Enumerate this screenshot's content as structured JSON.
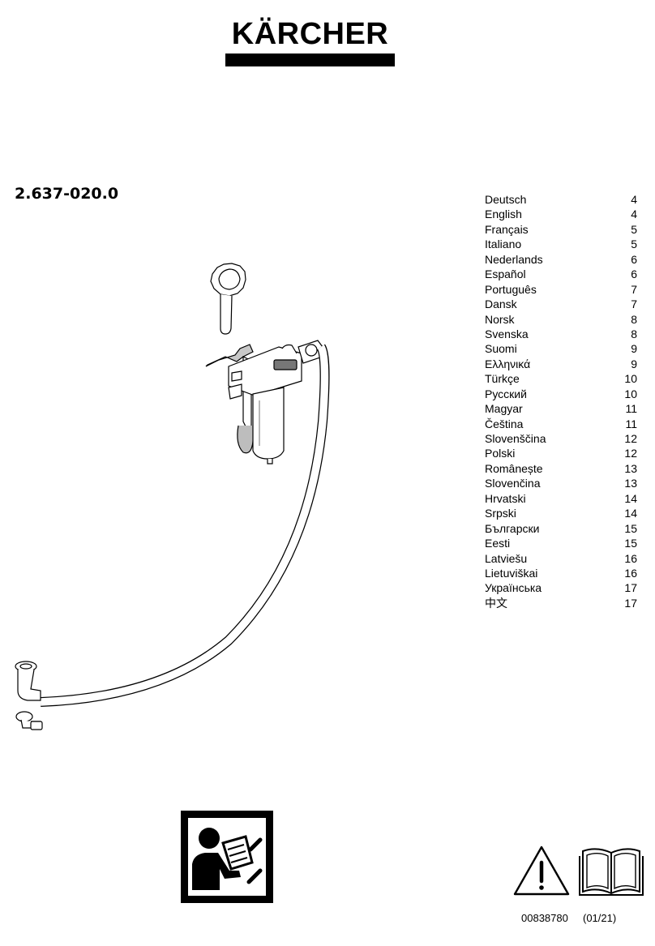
{
  "brand": {
    "logo_text": "KÄRCHER"
  },
  "part_number": "2.637-020.0",
  "toc": [
    {
      "language": "Deutsch",
      "page": "4"
    },
    {
      "language": "English",
      "page": "4"
    },
    {
      "language": "Français",
      "page": "5"
    },
    {
      "language": "Italiano",
      "page": "5"
    },
    {
      "language": "Nederlands",
      "page": "6"
    },
    {
      "language": "Español",
      "page": "6"
    },
    {
      "language": "Português",
      "page": "7"
    },
    {
      "language": "Dansk",
      "page": "7"
    },
    {
      "language": "Norsk",
      "page": "8"
    },
    {
      "language": "Svenska",
      "page": "8"
    },
    {
      "language": "Suomi",
      "page": "9"
    },
    {
      "language": "Ελληνικά",
      "page": "9"
    },
    {
      "language": "Türkçe",
      "page": "10"
    },
    {
      "language": "Русский",
      "page": "10"
    },
    {
      "language": "Magyar",
      "page": "11"
    },
    {
      "language": "Čeština",
      "page": "11"
    },
    {
      "language": "Slovenščina",
      "page": "12"
    },
    {
      "language": "Polski",
      "page": "12"
    },
    {
      "language": "Românește",
      "page": "13"
    },
    {
      "language": "Slovenčina",
      "page": "13"
    },
    {
      "language": "Hrvatski",
      "page": "14"
    },
    {
      "language": "Srpski",
      "page": "14"
    },
    {
      "language": "Български",
      "page": "15"
    },
    {
      "language": "Eesti",
      "page": "15"
    },
    {
      "language": "Latviešu",
      "page": "16"
    },
    {
      "language": "Lietuviškai",
      "page": "16"
    },
    {
      "language": "Українська",
      "page": "17"
    },
    {
      "language": "中文",
      "page": "17"
    }
  ],
  "icons": {
    "product": "water-filter-kit-illustration",
    "read_manual": "read-manual-pictogram",
    "warning": "warning-triangle-icon",
    "book": "open-book-icon"
  },
  "footer": {
    "doc_number": "00838780",
    "date": "(01/21)"
  }
}
